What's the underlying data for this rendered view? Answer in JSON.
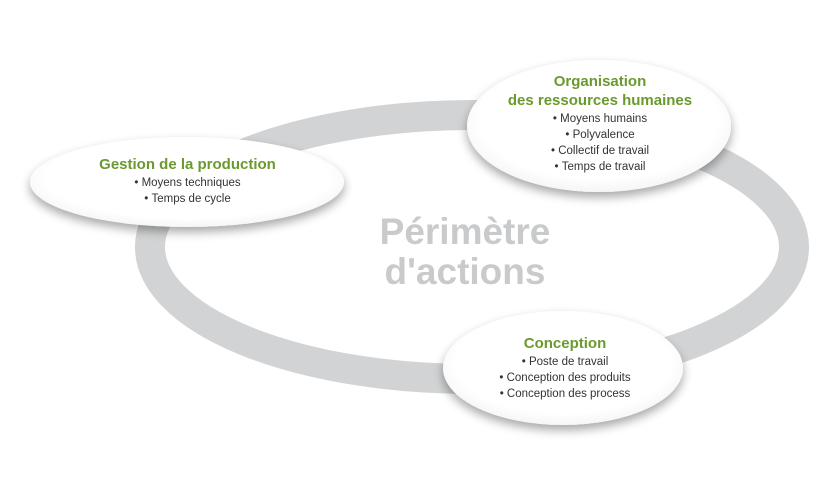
{
  "center": {
    "line1": "Périmètre",
    "line2": "d'actions"
  },
  "nodes": {
    "production": {
      "title": "Gestion de la production",
      "items": [
        "Moyens techniques",
        "Temps de cycle"
      ]
    },
    "rh": {
      "title_line1": "Organisation",
      "title_line2": "des ressources humaines",
      "items": [
        "Moyens humains",
        "Polyvalence",
        "Collectif de travail",
        "Temps de travail"
      ]
    },
    "conception": {
      "title": "Conception",
      "items": [
        "Poste de travail",
        "Conception des produits",
        "Conception des process"
      ]
    }
  },
  "colors": {
    "ring": "#d2d3d4",
    "title_green": "#6a9a2e",
    "center_text": "#c9cacb",
    "ellipse_fill": "#ffffff"
  }
}
